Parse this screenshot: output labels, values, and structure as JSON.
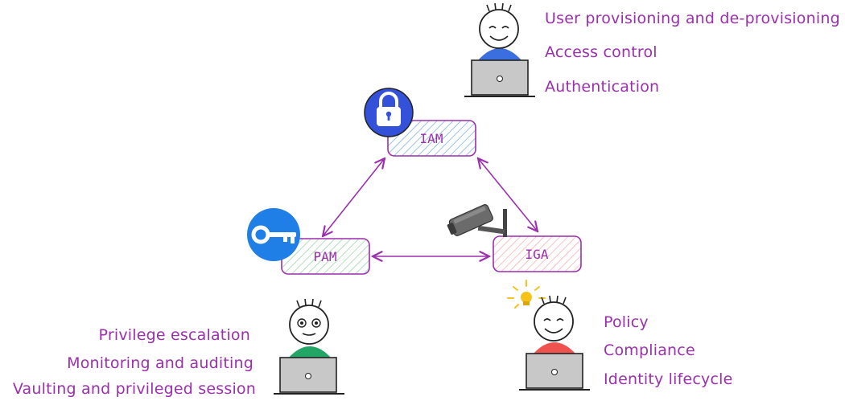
{
  "diagram": {
    "nodes": {
      "iam": {
        "label": "IAM",
        "icon": "lock-icon"
      },
      "pam": {
        "label": "PAM",
        "icon": "key-icon"
      },
      "iga": {
        "label": "IGA",
        "icon": "camera-icon"
      }
    },
    "edges": [
      {
        "from": "iam",
        "to": "pam",
        "bidirectional": true
      },
      {
        "from": "iam",
        "to": "iga",
        "bidirectional": true
      },
      {
        "from": "pam",
        "to": "iga",
        "bidirectional": true
      }
    ],
    "iam_notes": [
      "User provisioning and de-provisioning",
      "Access control",
      "Authentication"
    ],
    "pam_notes": [
      "Privilege escalation",
      "Monitoring and auditing",
      "Vaulting and privileged session"
    ],
    "iga_notes": [
      "Policy",
      "Compliance",
      "Identity lifecycle"
    ],
    "people": [
      {
        "name": "iam-user",
        "shirt": "#3b6fe0"
      },
      {
        "name": "pam-user",
        "shirt": "#22a565"
      },
      {
        "name": "iga-user",
        "shirt": "#ef5350"
      }
    ],
    "colors": {
      "text": "#9b2fae",
      "lock_badge": "#3452d9",
      "key_badge": "#1f7fe6",
      "iam_fill": "#6fa8dc",
      "pam_fill": "#8fd19e",
      "iga_fill": "#f4a6ac",
      "bulb": "#f6c21a"
    }
  }
}
